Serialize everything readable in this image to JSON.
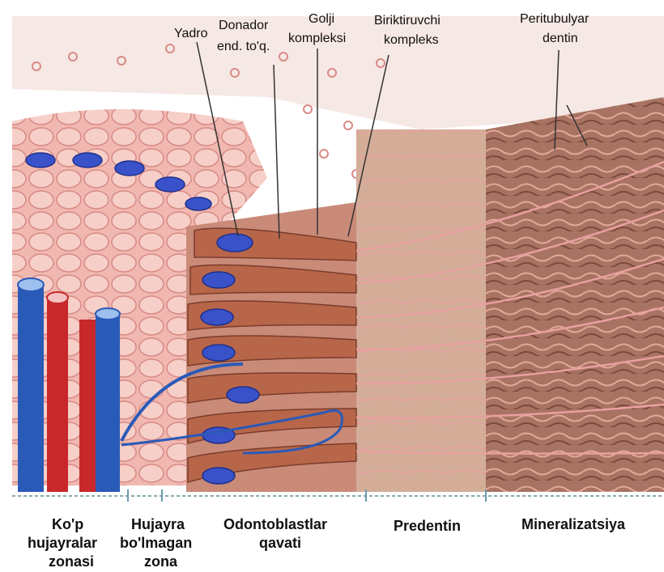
{
  "top_labels": {
    "yadro": "Yadro",
    "donador_1": "Donador",
    "donador_2": "end. to'q.",
    "golji_1": "Golji",
    "golji_2": "kompleksi",
    "biriktiruvchi_1": "Biriktiruvchi",
    "biriktiruvchi_2": "kompleks",
    "peritubulyar_1": "Peritubulyar",
    "peritubulyar_2": "dentin"
  },
  "bottom_labels": {
    "kop_1": "Ko'p",
    "kop_2": "hujayralar",
    "kop_3": "zonasi",
    "hujayra_1": "Hujayra",
    "hujayra_2": "bo'lmagan",
    "hujayra_3": "zona",
    "odonto_1": "Odontoblastlar",
    "odonto_2": "qavati",
    "predentin": "Predentin",
    "mineral": "Mineralizatsiya"
  },
  "colors": {
    "pulp_pink": "#e89a9a",
    "cell_brown": "#b8664a",
    "nucleus_blue": "#3a52c9",
    "predentin_tan": "#cfa48e",
    "mineral_brown": "#a06a55",
    "vessel_red": "#c8282a",
    "vessel_blue": "#2a5ab8"
  }
}
